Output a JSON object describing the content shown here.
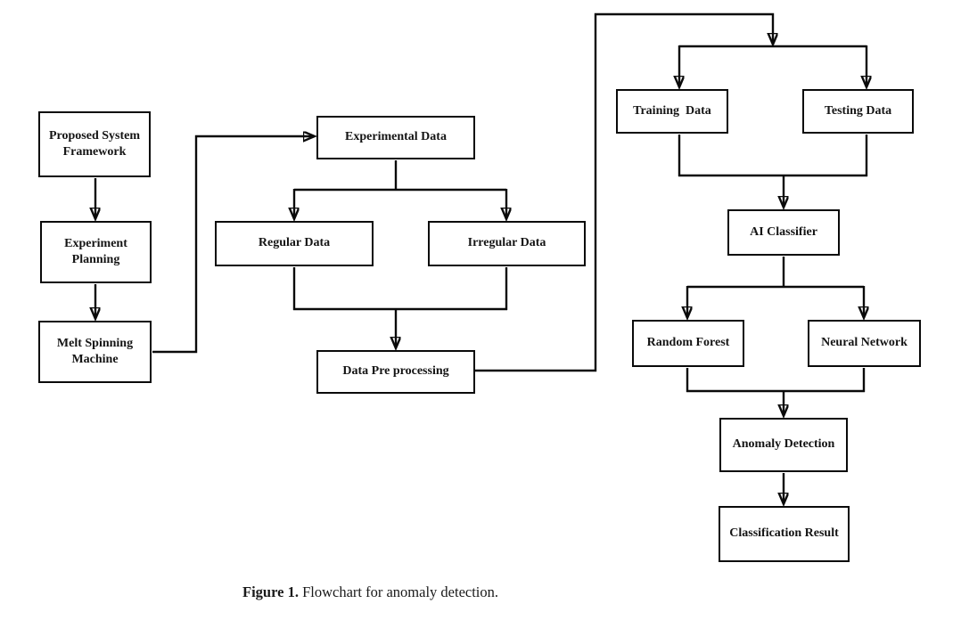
{
  "diagram": {
    "title": "Flowchart for anomaly detection",
    "nodes": {
      "proposed_system_framework": "Proposed System\nFramework",
      "experiment_planning": "Experiment\nPlanning",
      "melt_spinning_machine": "Melt Spinning\nMachine",
      "experimental_data": "Experimental Data",
      "regular_data": "Regular Data",
      "irregular_data": "Irregular Data",
      "data_pre_processing": "Data Pre processing",
      "training_data": "Training  Data",
      "testing_data": "Testing Data",
      "ai_classifier": "AI Classifier",
      "random_forest": "Random Forest",
      "neural_network": "Neural Network",
      "anomaly_detection": "Anomaly Detection",
      "classification_result": "Classification Result"
    },
    "edges": [
      "proposed_system_framework -> experiment_planning",
      "experiment_planning -> melt_spinning_machine",
      "melt_spinning_machine -> experimental_data",
      "experimental_data -> regular_data",
      "experimental_data -> irregular_data",
      "regular_data -> data_pre_processing",
      "irregular_data -> data_pre_processing",
      "data_pre_processing -> training_data",
      "data_pre_processing -> testing_data",
      "training_data -> ai_classifier",
      "testing_data -> ai_classifier",
      "ai_classifier -> random_forest",
      "ai_classifier -> neural_network",
      "random_forest -> anomaly_detection",
      "neural_network -> anomaly_detection",
      "anomaly_detection -> classification_result"
    ],
    "colors": {
      "line": "#0a0a0a",
      "box_border": "#0a0a0a",
      "background": "#ffffff",
      "text": "#141414"
    }
  },
  "caption": {
    "label": "Figure 1.",
    "text": "Flowchart for anomaly detection."
  }
}
